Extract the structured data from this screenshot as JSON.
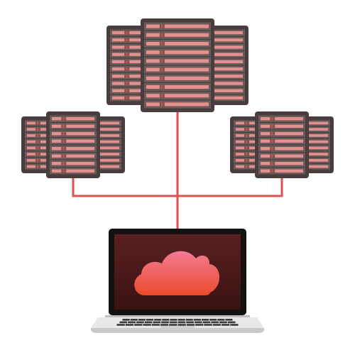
{
  "scene": {
    "background": "#ffffff",
    "server_racks": [
      {
        "name": "server-cluster-top",
        "units": 10
      },
      {
        "name": "server-cluster-left",
        "units": 8
      },
      {
        "name": "server-cluster-right",
        "units": 8
      }
    ],
    "connection_color": "#d9534f",
    "laptop": {
      "screen_icon": "cloud-icon",
      "body_color": "#e8e8e8",
      "bezel_color": "#151111"
    },
    "colors": {
      "server_frame": "#4a3d3d",
      "server_bay": "#6b5b5b",
      "server_slot": "#e4908e",
      "server_led": "#d84a3a",
      "screen_top": "#5a2020",
      "screen_bottom": "#3a1212",
      "cloud_top": "#f27b93",
      "cloud_bottom": "#ec4b2c"
    }
  }
}
